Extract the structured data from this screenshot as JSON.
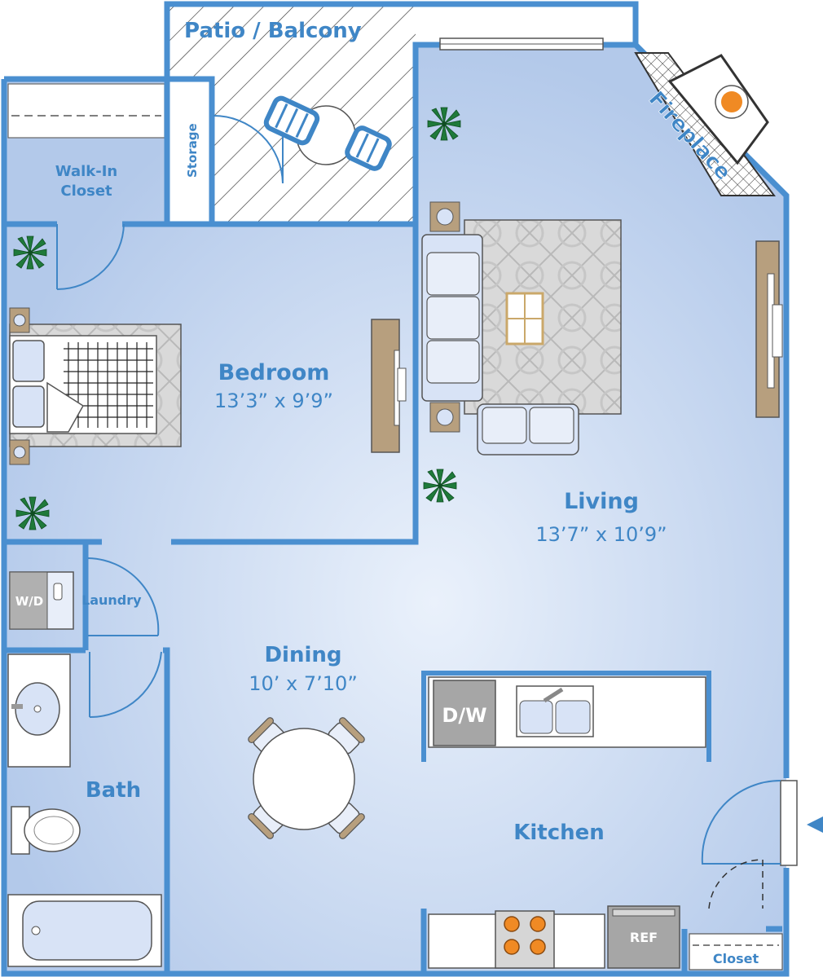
{
  "colors": {
    "wall": "#4a8fd0",
    "floor": "#bdd2ee",
    "floor_light": "#e2ecf8",
    "label": "#3f86c6",
    "furniture": "#d8e3f6",
    "wood": "#b79f7e",
    "plant": "#1f7a3a",
    "burner": "#f08a24"
  },
  "rooms": {
    "patio": {
      "name": "Patio / Balcony"
    },
    "storage": {
      "name": "Storage"
    },
    "walkin": {
      "name_line1": "Walk-In",
      "name_line2": "Closet"
    },
    "bedroom": {
      "name": "Bedroom",
      "dims": "13’3” x 9’9”"
    },
    "living": {
      "name": "Living",
      "dims": "13’7” x 10’9”"
    },
    "fireplace": {
      "name": "Fireplace"
    },
    "laundry": {
      "name": "Laundry",
      "appliance": "W/D"
    },
    "dining": {
      "name": "Dining",
      "dims": "10’ x 7’10”"
    },
    "bath": {
      "name": "Bath"
    },
    "kitchen": {
      "name": "Kitchen",
      "dishwasher": "D/W",
      "fridge": "REF"
    },
    "closet": {
      "name": "Closet"
    }
  },
  "icons": [
    "plant-icon",
    "entry-arrow-icon",
    "door-swing-icon",
    "chair-icon",
    "sink-icon",
    "toilet-icon",
    "bathtub-icon",
    "stove-burner-icon"
  ]
}
